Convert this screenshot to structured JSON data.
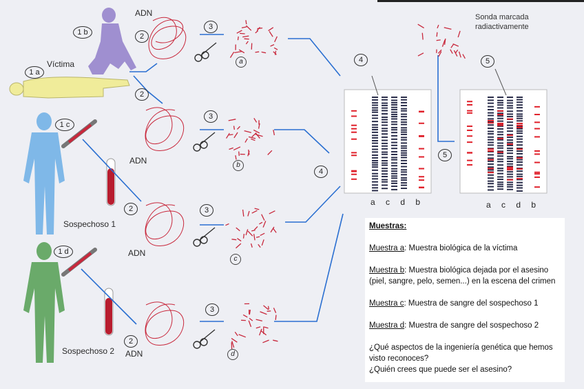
{
  "labels": {
    "adn": "ADN",
    "victima": "Víctima",
    "sospechoso1": "Sospechoso 1",
    "sospechoso2": "Sospechoso 2",
    "sonda": "Sonda marcada radiactivamente",
    "lanes": "a c d b"
  },
  "numbers": {
    "n1a": "1 a",
    "n1b": "1 b",
    "n1c": "1 c",
    "n1d": "1 d",
    "n2": "2",
    "n3": "3",
    "n4": "4",
    "n5": "5"
  },
  "letters": {
    "a": "a",
    "b": "b",
    "c": "c",
    "d": "d"
  },
  "panel": {
    "title": "Muestras:",
    "items": [
      {
        "key": "Muestra a",
        "text": ": Muestra biológica de la víctima"
      },
      {
        "key": "Muestra b",
        "text": ": Muestra biológica dejada por el asesino (piel, sangre, pelo, semen...) en la escena del crimen"
      },
      {
        "key": "Muestra c",
        "text": ": Muestra de sangre del sospechoso 1"
      },
      {
        "key": "Muestra d",
        "text": ": Muestra de sangre del sospechoso 2"
      }
    ],
    "question1": "¿Qué aspectos de la ingeniería genética que hemos visto reconoces?",
    "question2": "¿Quién crees que puede ser el asesino?"
  },
  "colors": {
    "arrow": "#2a6fd1",
    "dna": "#c8283c",
    "band_dark": "#2a2d4a",
    "band_red": "#e0202a",
    "victim": "#f0ec9a",
    "killer": "#9f8fd0",
    "suspect1": "#7fb8e8",
    "suspect2": "#6aaa6a"
  }
}
